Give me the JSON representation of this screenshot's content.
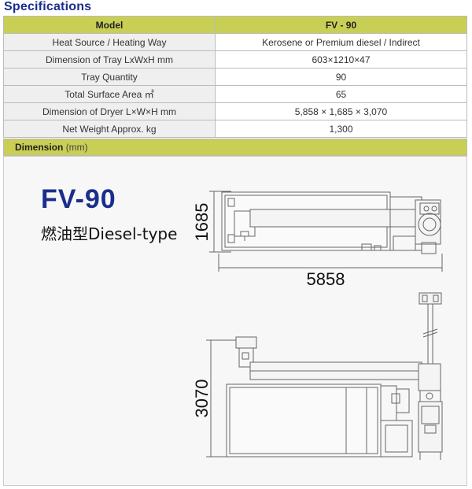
{
  "heading": "Specifications",
  "table": {
    "col_model": "Model",
    "col_value": "FV - 90",
    "rows": [
      {
        "label": "Heat Source / Heating Way",
        "value": "Kerosene or Premium diesel / Indirect"
      },
      {
        "label": "Dimension of Tray  LxWxH mm",
        "value": "603×1210×47"
      },
      {
        "label": "Tray Quantity",
        "value": "90"
      },
      {
        "label": "Total Surface Area ㎡",
        "value": "65"
      },
      {
        "label": "Dimension of Dryer L×W×H mm",
        "value": "5,858 × 1,685 × 3,070"
      },
      {
        "label": "Net Weight Approx. kg",
        "value": "1,300"
      }
    ]
  },
  "dimension": {
    "title": "Dimension",
    "unit": "(mm)",
    "model_name": "FV-90",
    "model_sub": "燃油型Diesel-type",
    "width_label": "1685",
    "length_label": "5858",
    "height_label": "3070"
  }
}
